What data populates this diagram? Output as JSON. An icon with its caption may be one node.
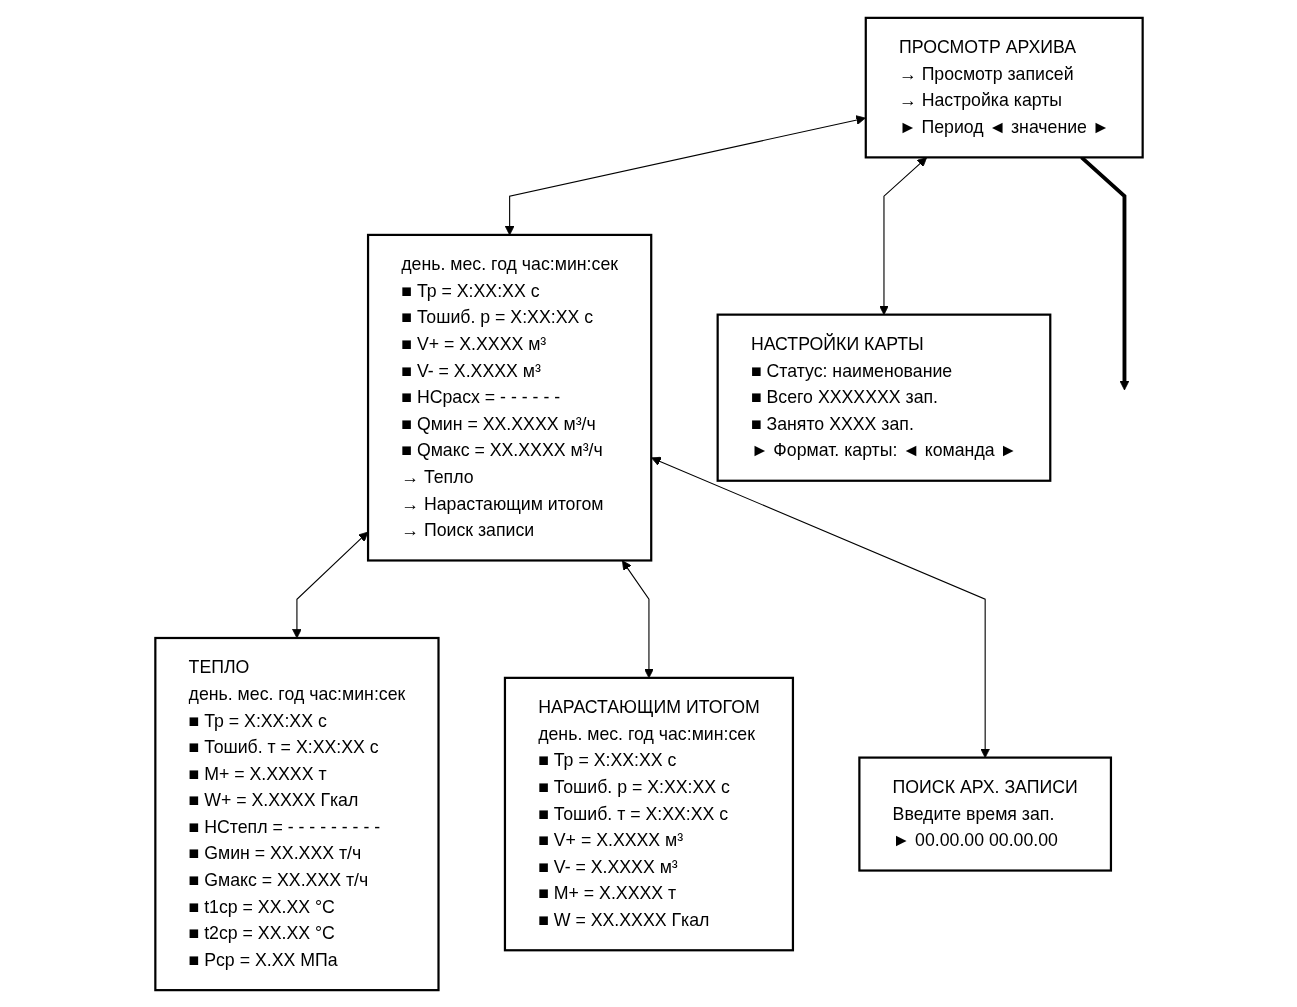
{
  "diagram": {
    "nodes": [
      {
        "text": [
          "ПРОСМОТР АРХИВА",
          "→ Просмотр записей",
          "→ Настройка карты",
          "► Период ◄ значение ►"
        ]
      },
      {
        "text": [
          "день. мес. год час:мин:сек",
          "■ Тр = X:XX:XX с",
          "■ Тошиб. р = X:XX:XX с",
          "■ V+ = X.XXXX м³",
          "■ V- = X.XXXX м³",
          "■ НСрасх = - - - - - -",
          "■ Qмин = XX.XXXX м³/ч",
          "■ Qмакс = XX.XXXX м³/ч",
          "→ Тепло",
          "→ Нарастающим итогом",
          "→ Поиск записи"
        ]
      },
      {
        "text": [
          "ТЕПЛО",
          "день. мес. год час:мин:сек",
          "■ Тр = X:XX:XX с",
          "■ Тошиб. т = X:XX:XX с",
          "■ М+ = X.XXXX т",
          "■ W+ = X.XXXX Гкал",
          "■ НСтепл = - - - - - - - - -",
          "■ Gмин = XX.XXX т/ч",
          "■ Gмакс = XX.XXX т/ч",
          "■ t1ср = XX.XX °С",
          "■ t2ср = XX.XX °С",
          "■ Рср = X.XX МПа"
        ]
      },
      {
        "text": [
          "НАСТРОЙКИ КАРТЫ",
          "■ Статус: наименование",
          "■ Всего XXXXXXX зап.",
          "■ Занято XXXX зап.",
          "► Формат. карты: ◄ команда ►"
        ]
      },
      {
        "text": [
          "НАРАСТАЮЩИМ ИТОГОМ",
          "день. мес. год час:мин:сек",
          "■ Тр = X:XX:XX с",
          "■ Тошиб. р = X:XX:XX с",
          "■ Тошиб. т = X:XX:XX с",
          "■ V+ = X.XXXX м³",
          "■ V- = X.XXXX м³",
          "■ М+ = X.XXXX т",
          "■ W = XX.XXXX Гкал"
        ]
      },
      {
        "text": [
          "ПОИСК АРХ. ЗАПИСИ",
          "Введите время зап.",
          "► 00.00.00 00.00.00"
        ]
      }
    ],
    "edges": [
      {
        "from": 0,
        "to": null,
        "arrow": "to",
        "style": "thick"
      },
      {
        "from": 0,
        "to": 1,
        "arrow": "both"
      },
      {
        "from": 1,
        "to": 2,
        "arrow": "both"
      },
      {
        "from": 0,
        "to": 3,
        "arrow": "both"
      },
      {
        "from": 1,
        "to": 4,
        "arrow": "both"
      },
      {
        "from": 1,
        "to": 5,
        "arrow": "both"
      }
    ]
  }
}
